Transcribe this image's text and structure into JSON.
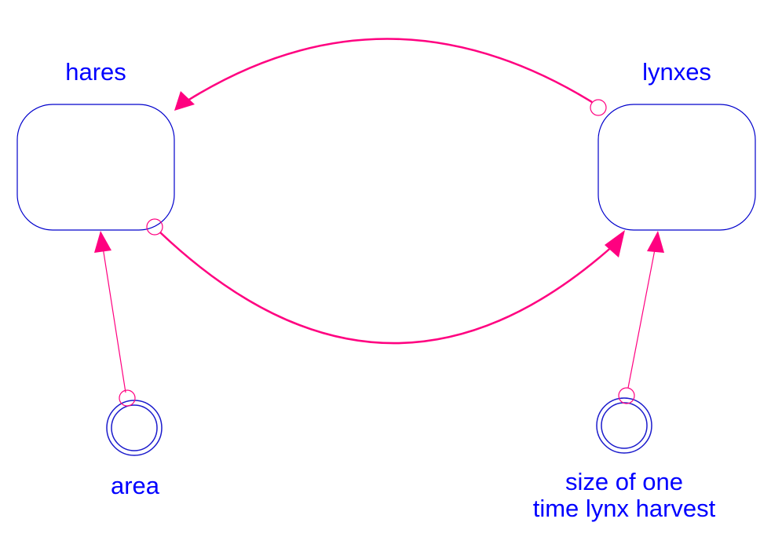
{
  "diagram": {
    "stocks": {
      "hares": {
        "label": "hares"
      },
      "lynxes": {
        "label": "lynxes"
      }
    },
    "converters": {
      "area": {
        "label": "area"
      },
      "harvest": {
        "label_line1": "size of one",
        "label_line2": "time lynx harvest"
      }
    },
    "links": [
      {
        "from": "lynxes",
        "to": "hares"
      },
      {
        "from": "hares",
        "to": "lynxes"
      },
      {
        "from": "area",
        "to": "hares"
      },
      {
        "from": "size of one time lynx harvest",
        "to": "lynxes"
      }
    ]
  },
  "colors": {
    "stock_stroke": "#0000cc",
    "label_text": "#0000ff",
    "link": "#ff0080",
    "background": "#ffffff"
  }
}
